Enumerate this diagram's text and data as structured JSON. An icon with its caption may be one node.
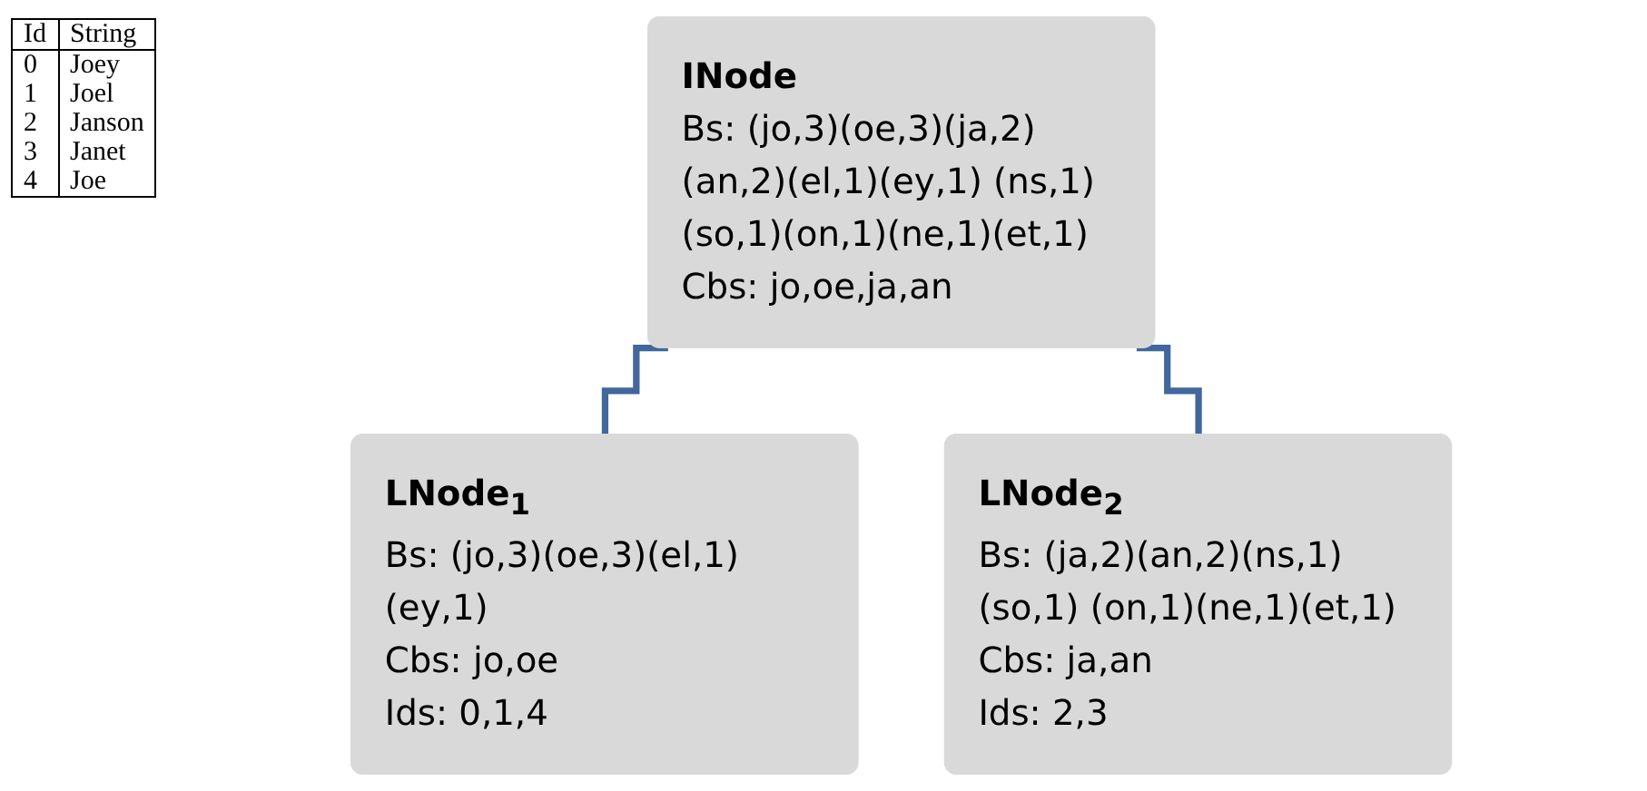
{
  "diagram": {
    "nodes": [
      {
        "text": [
          "INode",
          "Bs: (jo,3)(oe,3)(ja,2)(an,2)(el,1)(ey,1) (ns,1)(so,1)(on,1)(ne,1)(et,1)",
          "Cbs: jo,oe,ja,an"
        ]
      },
      {
        "text": [
          "LNode$_{1}$",
          "Bs: (jo,3)(oe,3)(el,1) (ey,1)",
          "Cbs: jo,oe",
          "Ids: 0,1,4"
        ]
      },
      {
        "text": [
          "LNode$_{2}$",
          "Bs: (ja,2)(an,2)(ns,1)(so,1) (on,1)(ne,1)(et,1)",
          "Cbs: ja,an",
          "Ids: 2,3"
        ]
      }
    ],
    "edges": [
      {
        "from": 0,
        "to": 1,
        "arrow": "none"
      },
      {
        "from": 0,
        "to": 2,
        "arrow": "none"
      }
    ],
    "labels": [
      "Id",
      "String",
      "0",
      "Joey",
      "1",
      "Joel",
      "2",
      "Janson",
      "3",
      "Janet",
      "4",
      "Joe"
    ]
  }
}
